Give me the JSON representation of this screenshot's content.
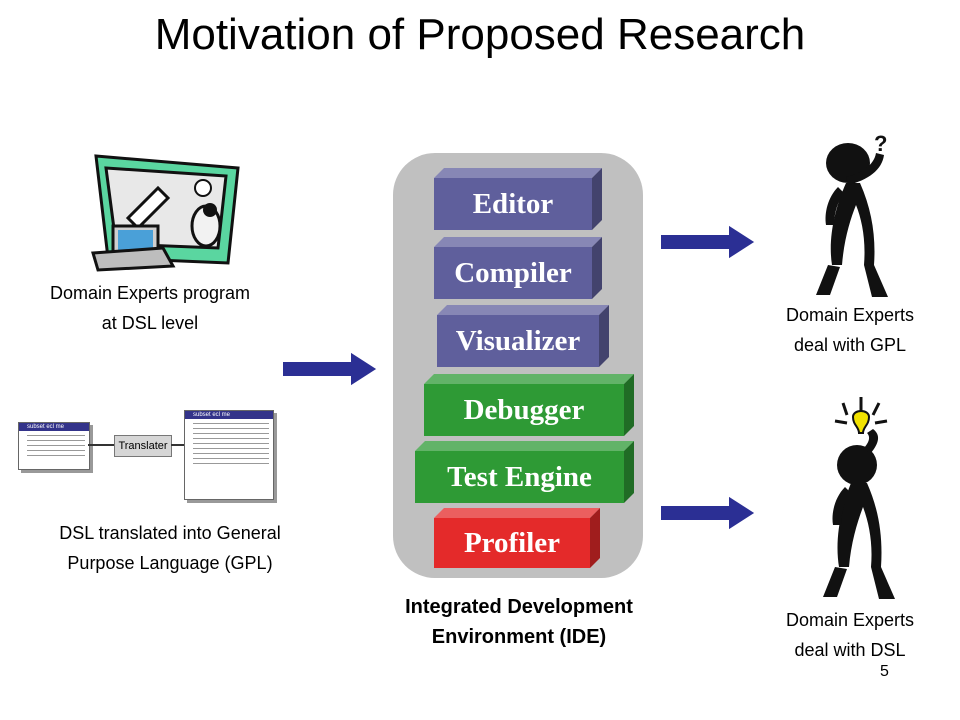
{
  "title": "Motivation of Proposed Research",
  "left": {
    "caption_top": [
      "Domain Experts program",
      "at DSL level"
    ],
    "caption_bottom": [
      "DSL translated into General",
      "Purpose Language (GPL)"
    ],
    "translator_label": "Translater",
    "window_title": "subset ecl me"
  },
  "ide": {
    "tools": [
      {
        "label": "Editor",
        "color": "#5f5f9c"
      },
      {
        "label": "Compiler",
        "color": "#5f5f9c"
      },
      {
        "label": "Visualizer",
        "color": "#5f5f9c"
      },
      {
        "label": "Debugger",
        "color": "#2e9a35"
      },
      {
        "label": "Test Engine",
        "color": "#2e9a35"
      },
      {
        "label": "Profiler",
        "color": "#e42a2a"
      }
    ],
    "label": [
      "Integrated Development",
      "Environment (IDE)"
    ]
  },
  "right": {
    "caption_top": [
      "Domain Experts",
      "deal with GPL"
    ],
    "caption_bottom": [
      "Domain Experts",
      "deal with DSL"
    ]
  },
  "page_number": "5",
  "colors": {
    "arrow": "#2b2f94",
    "panel": "#c0c0c0"
  }
}
